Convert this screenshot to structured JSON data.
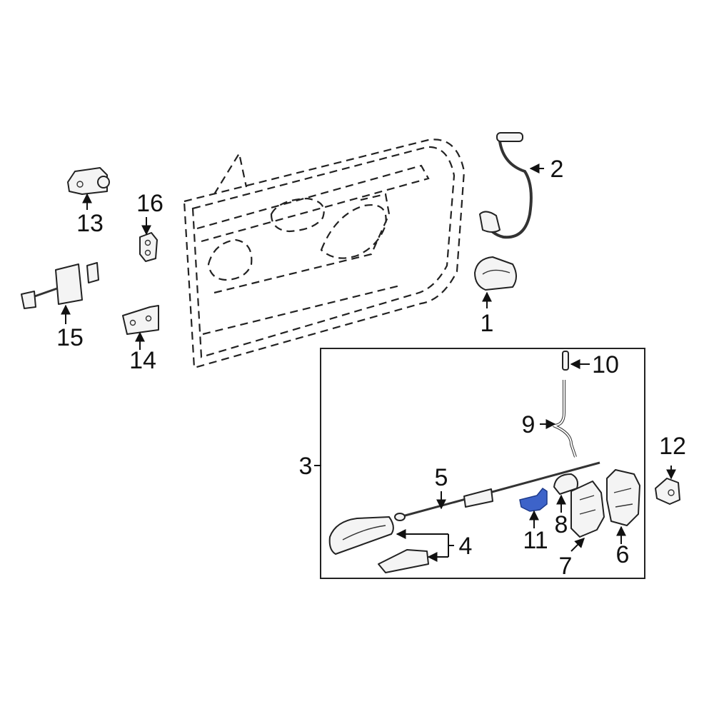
{
  "callouts": {
    "c1": "1",
    "c2": "2",
    "c3": "3",
    "c4": "4",
    "c5": "5",
    "c6": "6",
    "c7": "7",
    "c8": "8",
    "c9": "9",
    "c10": "10",
    "c11": "11",
    "c12": "12",
    "c13": "13",
    "c14": "14",
    "c15": "15",
    "c16": "16"
  },
  "colors": {
    "highlight": "#3d63c9",
    "line": "#222222",
    "part_fill": "#f4f4f4"
  }
}
